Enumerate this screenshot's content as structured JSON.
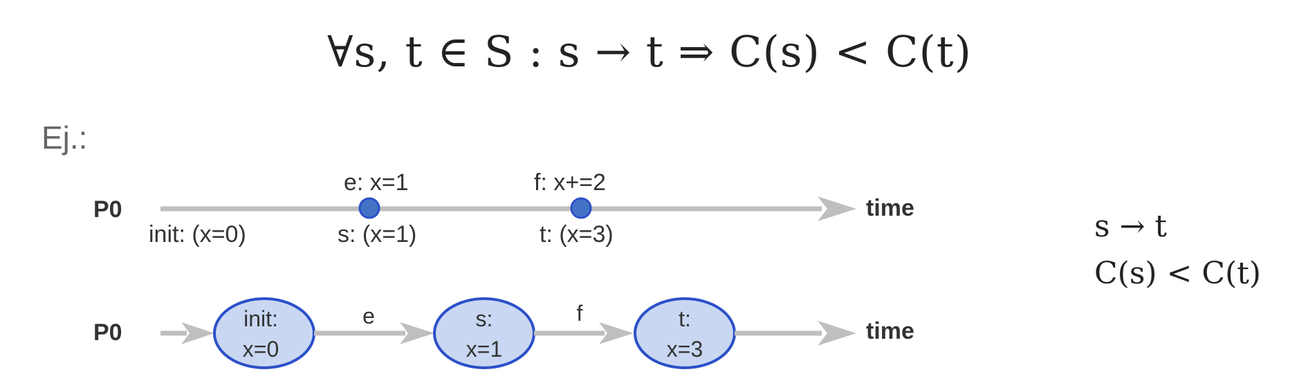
{
  "formula": "∀s, t ∈ S : s → t ⇒ C(s) < C(t)",
  "example_label": "Ej.:",
  "timeline1": {
    "process": "P0",
    "time_label": "time",
    "init_label": "init: (x=0)",
    "events": [
      {
        "top": "e: x=1",
        "bottom": "s: (x=1)"
      },
      {
        "top": "f: x+=2",
        "bottom": "t: (x=3)"
      }
    ]
  },
  "timeline2": {
    "process": "P0",
    "time_label": "time",
    "states": [
      {
        "line1": "init:",
        "line2": "x=0"
      },
      {
        "line1": "s:",
        "line2": "x=1"
      },
      {
        "line1": "t:",
        "line2": "x=3"
      }
    ],
    "transitions": [
      "e",
      "f"
    ]
  },
  "side_formulas": [
    "s → t",
    "C(s) < C(t)"
  ],
  "colors": {
    "line": "#bfbfbf",
    "node_fill": "#c9d7f2",
    "node_stroke": "#2b50c8",
    "dot_fill": "#4472c4"
  }
}
